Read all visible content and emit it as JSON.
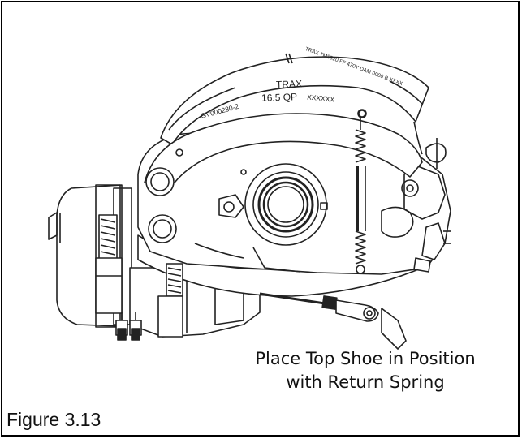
{
  "figure": {
    "label": "Figure 3.13",
    "caption_line1": "Place Top Shoe in Position",
    "caption_line2": "with Return Spring"
  },
  "shoe_markings": {
    "brand": "TRAX",
    "size": "16.5 QP",
    "part_number": "GV000280-2",
    "code": "XXXXXX",
    "edge_text": "TRAX TM8520 FF 470Y DAM 0000 B XXXX"
  }
}
